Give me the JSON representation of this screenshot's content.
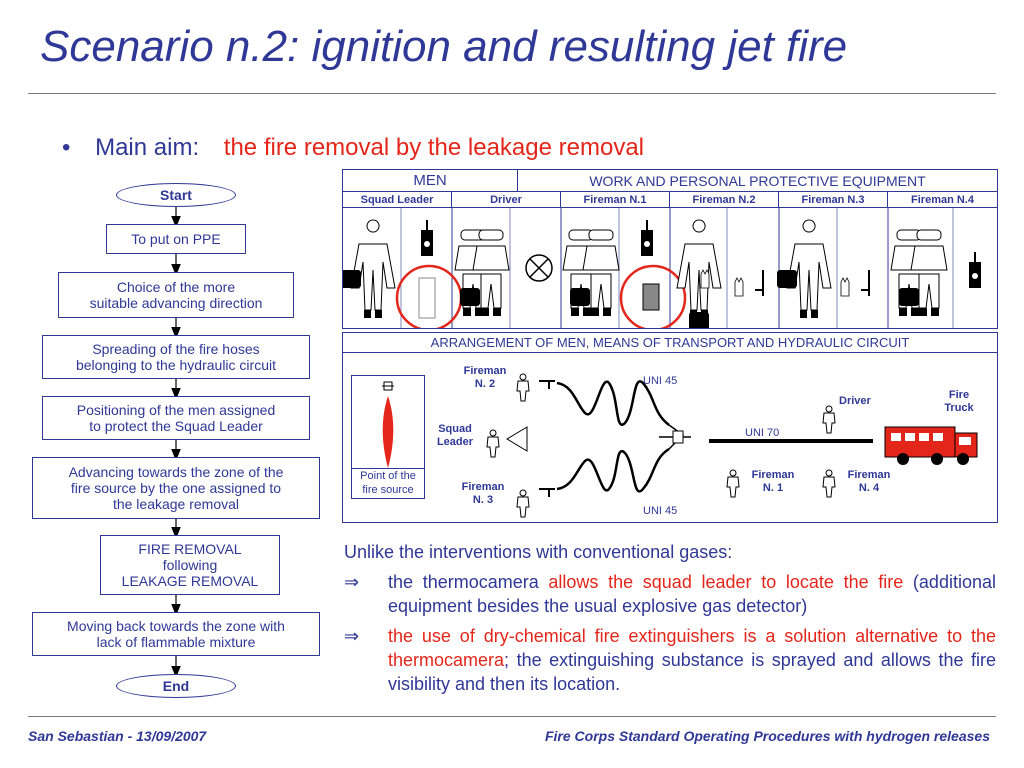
{
  "title": "Scenario n.2: ignition and resulting jet fire",
  "main_aim": {
    "bullet": "•",
    "label": "Main aim:",
    "text": "the fire removal by the leakage removal"
  },
  "flowchart": {
    "start": "Start",
    "end": "End",
    "steps": [
      [
        "To put on PPE"
      ],
      [
        "Choice of the more",
        "suitable advancing direction"
      ],
      [
        "Spreading of the fire hoses",
        "belonging to the hydraulic circuit"
      ],
      [
        "Positioning of the men assigned",
        "to protect the Squad Leader"
      ],
      [
        "Advancing towards the zone of the",
        "fire source by the one assigned to",
        "the leakage removal"
      ],
      [
        "FIRE REMOVAL",
        "following",
        "LEAKAGE REMOVAL"
      ],
      [
        "Moving back towards the zone with",
        "lack of flammable mixture"
      ]
    ]
  },
  "ppe_table": {
    "col1_header": "MEN",
    "col2_header": "WORK AND PERSONAL PROTECTIVE EQUIPMENT",
    "roles": [
      "Squad Leader",
      "Driver",
      "Fireman N.1",
      "Fireman N.2",
      "Fireman N.3",
      "Fireman N.4"
    ]
  },
  "arrangement": {
    "header": "ARRANGEMENT OF MEN, MEANS OF TRANSPORT AND HYDRAULIC CIRCUIT",
    "fire_source": [
      "Point of the",
      "fire source"
    ],
    "fireman2": [
      "Fireman",
      "N. 2"
    ],
    "fireman3": [
      "Fireman",
      "N. 3"
    ],
    "squad_leader": [
      "Squad",
      "Leader"
    ],
    "uni45_top": "UNI 45",
    "uni45_bottom": "UNI 45",
    "uni70": "UNI 70",
    "driver": "Driver",
    "fire_truck": [
      "Fire",
      "Truck"
    ],
    "fireman1": [
      "Fireman",
      "N. 1"
    ],
    "fireman4": [
      "Fireman",
      "N. 4"
    ]
  },
  "notes": {
    "intro": "Unlike the interventions with conventional gases:",
    "arrow": "⇒",
    "p1_a": "the thermocamera ",
    "p1_b": "allows the squad leader to locate the fire",
    "p1_c": " (additional equipment besides the usual explosive gas detector)",
    "p2_a": "the use of dry-chemical fire extinguishers is a solution alternative to the thermocamera",
    "p2_b": "; the extinguishing substance is sprayed and allows the fire visibility and then its location."
  },
  "footer": {
    "left": "San Sebastian - 13/09/2007",
    "right": "Fire Corps Standard Operating Procedures with hydrogen releases"
  },
  "colors": {
    "blue": "#2f3896",
    "red": "#e4261a"
  }
}
